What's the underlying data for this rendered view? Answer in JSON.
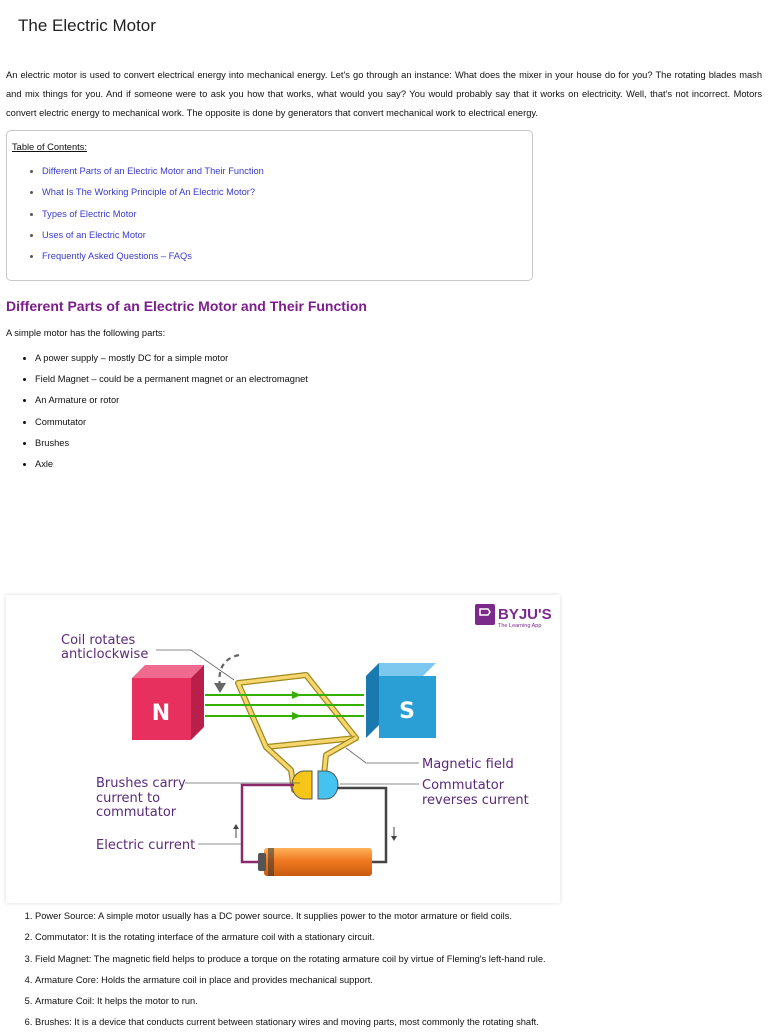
{
  "page": {
    "title": "The Electric Motor",
    "intro": "An electric motor is used to convert electrical energy into mechanical energy. Let's go through an instance: What does the mixer in your house do for you? The rotating blades mash and mix things for you. And if someone were to ask you how that works, what would you say? You would probably say that it works on electricity. Well, that's not incorrect. Motors convert electric energy to mechanical work. The opposite is done by generators that convert mechanical work to electrical energy."
  },
  "toc": {
    "title": "Table of Contents:",
    "items": [
      "Different Parts of an Electric Motor and Their Function",
      "What Is The Working Principle of An Electric Motor?",
      "Types of Electric Motor",
      "Uses of an Electric Motor",
      "Frequently Asked Questions – FAQs"
    ]
  },
  "section": {
    "heading": "Different Parts of an Electric Motor and Their Function",
    "intro": "A simple motor has the following parts:",
    "parts": [
      "A power supply – mostly DC for a simple motor",
      "Field Magnet – could be a permanent magnet or an electromagnet",
      "An Armature or rotor",
      "Commutator",
      "Brushes",
      "Axle"
    ]
  },
  "figure": {
    "brand": "BYJU'S",
    "brand_tagline": "The Learning App",
    "magnet_north": "N",
    "magnet_south": "S",
    "label_coil_line1": "Coil rotates",
    "label_coil_line2": "anticlockwise",
    "label_field": "Magnetic field",
    "label_brushes_line1": "Brushes carry",
    "label_brushes_line2": "current to",
    "label_brushes_line3": "commutator",
    "label_commutator_line1": "Commutator",
    "label_commutator_line2": "reverses current",
    "label_current": "Electric current",
    "colors": {
      "north": "#e8305f",
      "south": "#2a9fd6",
      "coil": "#f5d76e",
      "field": "#35b000",
      "battery": "#f07a20",
      "wire": "#8a2a6a",
      "label": "#5a2a7a",
      "brand": "#7b2a8c"
    }
  },
  "descriptions": [
    "Power Source: A simple motor usually has a DC power source.  It supplies power to the motor armature or field coils.",
    "Commutator: It is the rotating interface of the armature coil with a stationary circuit.",
    "Field Magnet: The magnetic field helps to produce a torque on the rotating armature coil by virtue of Fleming's left-hand rule.",
    "Armature Core: Holds the armature coil in place and provides mechanical support.",
    "Armature Coil: It helps the motor to run.",
    "Brushes: It is a device that conducts current between stationary wires and moving parts, most commonly the rotating shaft."
  ]
}
